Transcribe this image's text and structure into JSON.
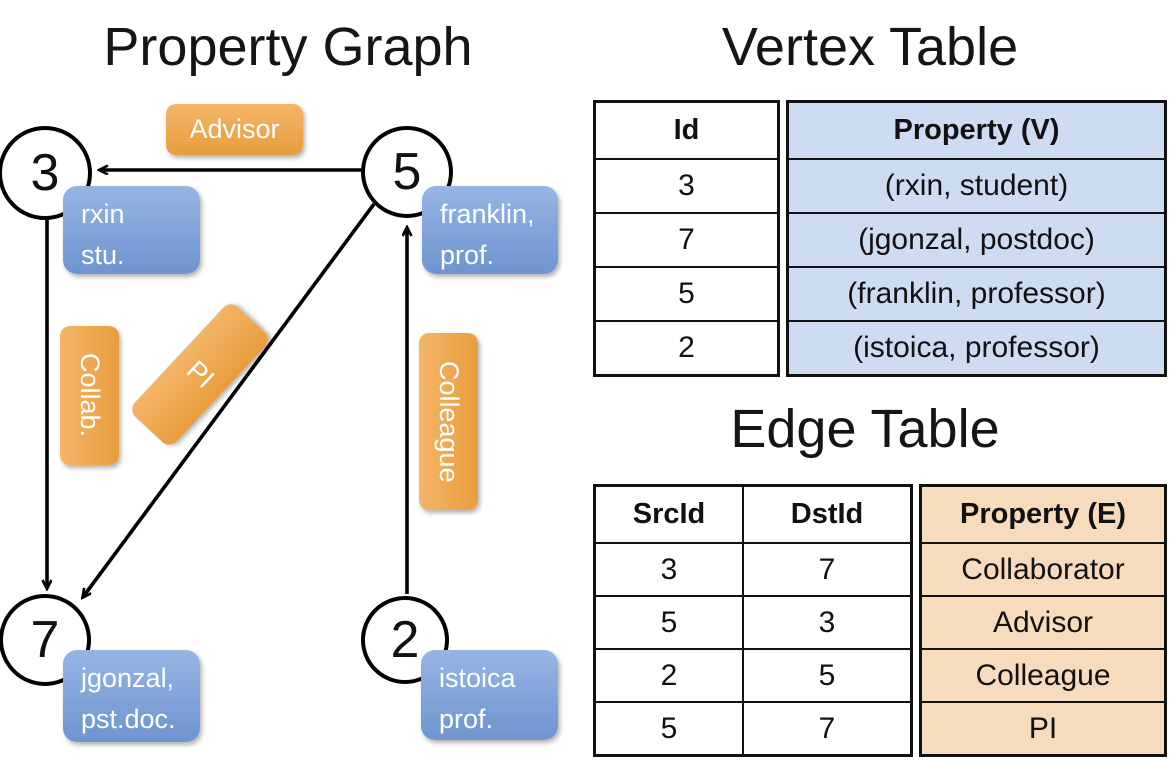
{
  "graph": {
    "title": "Property Graph",
    "nodes": [
      {
        "id": "3",
        "property_lines": [
          "rxin",
          "stu."
        ]
      },
      {
        "id": "5",
        "property_lines": [
          "franklin,",
          "prof."
        ]
      },
      {
        "id": "7",
        "property_lines": [
          "jgonzal,",
          "pst.doc."
        ]
      },
      {
        "id": "2",
        "property_lines": [
          "istoica",
          "prof."
        ]
      }
    ],
    "edges": [
      {
        "src": "5",
        "dst": "3",
        "label": "Advisor"
      },
      {
        "src": "3",
        "dst": "7",
        "label": "Collab."
      },
      {
        "src": "5",
        "dst": "7",
        "label": "PI"
      },
      {
        "src": "2",
        "dst": "5",
        "label": "Colleague"
      }
    ],
    "edge_label_text": {
      "advisor": "Advisor",
      "collab": "Collab.",
      "pi": "PI",
      "colleague": "Colleague"
    }
  },
  "vertex_table": {
    "title": "Vertex Table",
    "columns": [
      "Id",
      "Property (V)"
    ],
    "rows": [
      [
        "3",
        "(rxin, student)"
      ],
      [
        "7",
        "(jgonzal, postdoc)"
      ],
      [
        "5",
        "(franklin, professor)"
      ],
      [
        "2",
        "(istoica, professor)"
      ]
    ]
  },
  "edge_table": {
    "title": "Edge Table",
    "columns": [
      "SrcId",
      "DstId",
      "Property (E)"
    ],
    "rows": [
      [
        "3",
        "7",
        "Collaborator"
      ],
      [
        "5",
        "3",
        "Advisor"
      ],
      [
        "2",
        "5",
        "Colleague"
      ],
      [
        "5",
        "7",
        "PI"
      ]
    ]
  },
  "colors": {
    "vertex_box_top": "#96b5e4",
    "vertex_box_bottom": "#6e94cf",
    "edge_box_top": "#f4b569",
    "edge_box_bottom": "#e89d3c",
    "vertex_cell_fill": "#cddcf1",
    "edge_cell_fill": "#f6dcbd",
    "line": "#000000"
  }
}
